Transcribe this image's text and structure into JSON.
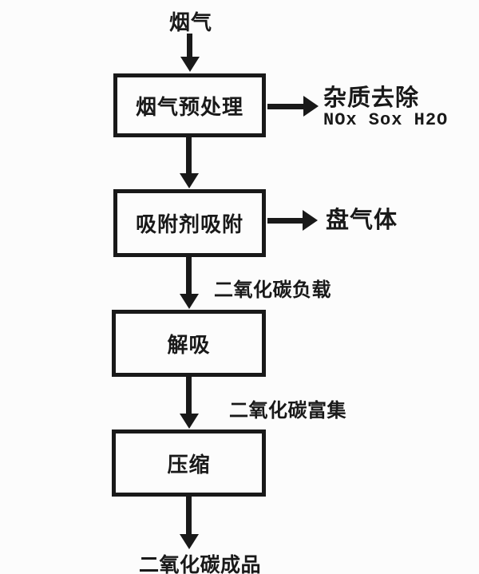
{
  "diagram": {
    "title": "CO2 capture process flowchart",
    "source_label": "烟气",
    "boxes": [
      {
        "id": "pretreatment",
        "label": "烟气预处理"
      },
      {
        "id": "adsorption",
        "label": "吸附剂吸附"
      },
      {
        "id": "desorption",
        "label": "解吸"
      },
      {
        "id": "compression",
        "label": "压缩"
      }
    ],
    "side_outputs": [
      {
        "from": "pretreatment",
        "line1": "杂质去除",
        "line2": "NOx Sox H2O"
      },
      {
        "from": "adsorption",
        "line1": "盘气体"
      }
    ],
    "edge_labels": [
      "二氧化碳负载",
      "二氧化碳富集"
    ],
    "final_label": "二氧化碳成品",
    "colors": {
      "ink": "#191919",
      "background": "#fcfcfc"
    }
  }
}
